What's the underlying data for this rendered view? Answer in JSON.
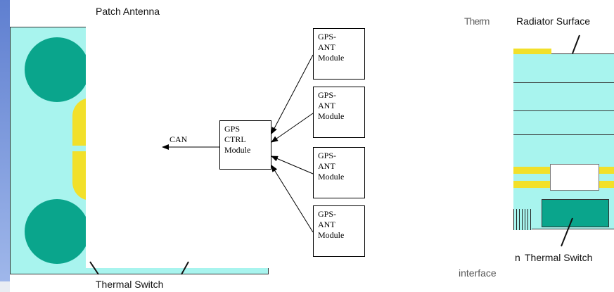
{
  "left_panel": {
    "title": "Patch Antenna",
    "bottom_label": "Thermal Switch",
    "colors": {
      "background": "#a8f4ee",
      "circle": "#0aa58c",
      "pad": "#f2e02a",
      "side_bar": "#6f8fd6"
    }
  },
  "center_diagram": {
    "can_label": "CAN",
    "controller": {
      "lines": [
        "GPS",
        "CTRL",
        "Module"
      ]
    },
    "antenna_modules": [
      {
        "lines": [
          "GPS-",
          "ANT",
          "Module"
        ]
      },
      {
        "lines": [
          "GPS-",
          "ANT",
          "Module"
        ]
      },
      {
        "lines": [
          "GPS-",
          "ANT",
          "Module"
        ]
      },
      {
        "lines": [
          "GPS-",
          "ANT",
          "Module"
        ]
      }
    ]
  },
  "right_panel": {
    "top_label_prefix": "Therm",
    "top_label": "Radiator Surface",
    "switch_label_prefix": "n",
    "switch_label": "Thermal Switch",
    "bottom_label": "interface",
    "colors": {
      "body": "#a8f4ee",
      "pad": "#f2e02a",
      "switch": "#0aa58c"
    }
  }
}
